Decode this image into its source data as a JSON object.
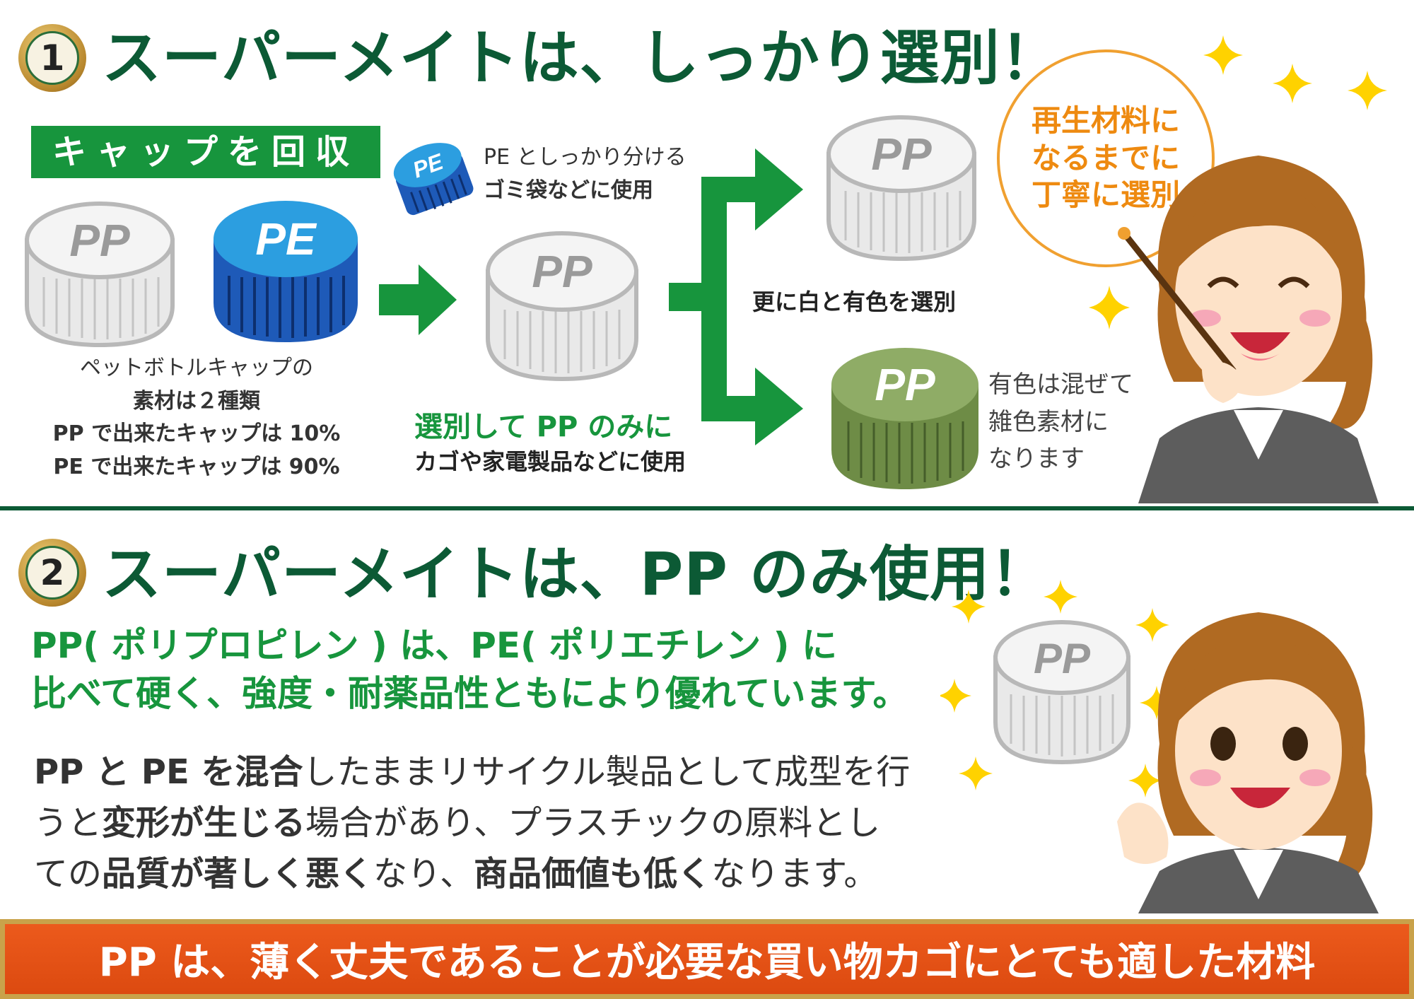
{
  "colors": {
    "title_green": "#0c5a35",
    "accent_green": "#17953d",
    "orange": "#ee8a10",
    "banner": "#e5521a",
    "gold": "#c9a24a",
    "pe_blue": "#1e6ac4",
    "pp_gray": "#dcdcdc",
    "pp_colored": "#7d9a55"
  },
  "section1": {
    "badge_number": "1",
    "title": "スーパーメイトは、しっかり選別！",
    "collect_label": "キャップを回収",
    "cap_pp_label": "PP",
    "cap_pe_label": "PE",
    "caption_line1": "ペットボトルキャップの",
    "caption_line2": "素材は２種類",
    "caption_pp_line": "PP で出来たキャップは 10%",
    "caption_pe_line": "PE で出来たキャップは 90%",
    "pe_small_label": "PE",
    "pe_note_line1": "PE としっかり分ける",
    "pe_note_line2": "ゴミ袋などに使用",
    "center_cap_label": "PP",
    "center_note_line1": "選別して PP のみに",
    "center_note_line2": "カゴや家電製品などに使用",
    "white_cap_label": "PP",
    "white_note": "更に白と有色を選別",
    "colored_cap_label": "PP",
    "colored_note_line1": "有色は混ぜて",
    "colored_note_line2": "雑色素材に",
    "colored_note_line3": "なります",
    "bubble_line1": "再生材料に",
    "bubble_line2": "なるまでに",
    "bubble_line3": "丁寧に選別"
  },
  "section2": {
    "badge_number": "2",
    "title": "スーパーメイトは、PP のみ使用！",
    "lead_line1": "PP( ポリプロピレン ) は、PE( ポリエチレン ) に",
    "lead_line2": "比べて硬く、強度・耐薬品性ともにより優れています。",
    "body_line1_bold": "PP と PE を混合",
    "body_line1_rest": "したままリサイクル製品として成型を行",
    "body_line2_a": "うと",
    "body_line2_bold": "変形が生じる",
    "body_line2_rest": "場合があり、プラスチックの原料とし",
    "body_line3_a": "ての",
    "body_line3_bold1": "品質が著しく悪く",
    "body_line3_b": "なり、",
    "body_line3_bold2": "商品価値も低く",
    "body_line3_c": "なります。",
    "cap_label": "PP"
  },
  "banner": "PP は、薄く丈夫であることが必要な買い物カゴにとても適した材料"
}
